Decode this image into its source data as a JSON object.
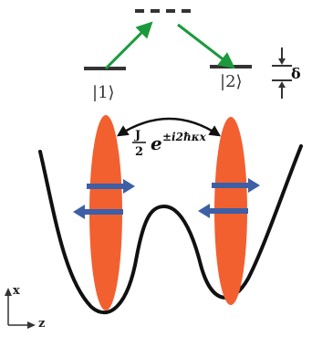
{
  "labels": {
    "state1": "|1⟩",
    "state2": "|2⟩",
    "delta": "δ",
    "coupling_prefix": "J",
    "coupling_denominator": "2",
    "coupling_base": "e",
    "coupling_exponent": "±i2ħκx",
    "axis_x": "x",
    "axis_z": "z"
  },
  "colors": {
    "potential": "#111111",
    "cloud": "#f26030",
    "momentum_arrow": "#3c5fa6",
    "transition_arrow": "#1a9a3c",
    "level": "#333333"
  }
}
